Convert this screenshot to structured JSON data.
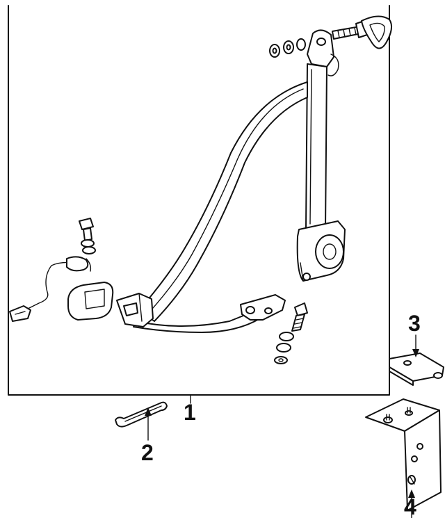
{
  "callouts": {
    "c1": "1",
    "c2": "2",
    "c3": "3",
    "c4": "4"
  },
  "colors": {
    "ink": "#111111",
    "paper": "#ffffff"
  }
}
